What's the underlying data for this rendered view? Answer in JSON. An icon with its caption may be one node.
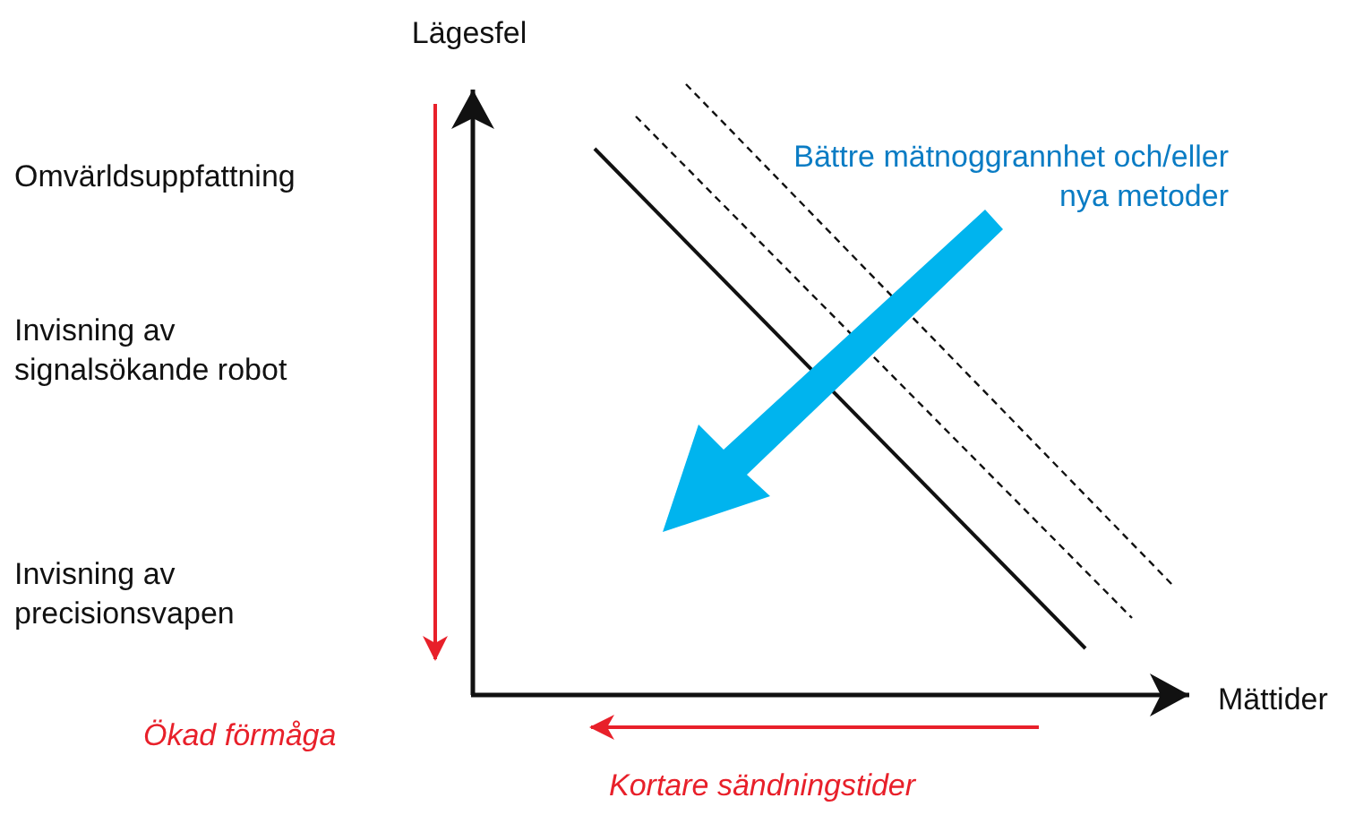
{
  "diagram": {
    "labels": [
      "Lägesfel",
      "Omvärldsuppfattning",
      "Bättre mätnoggrannhet och/eller nya metoder",
      "Invisning av signalsökande robot",
      "Invisning av precisionsvapen",
      "Mättider",
      "Ökad förmåga",
      "Kortare sändningstider"
    ]
  }
}
